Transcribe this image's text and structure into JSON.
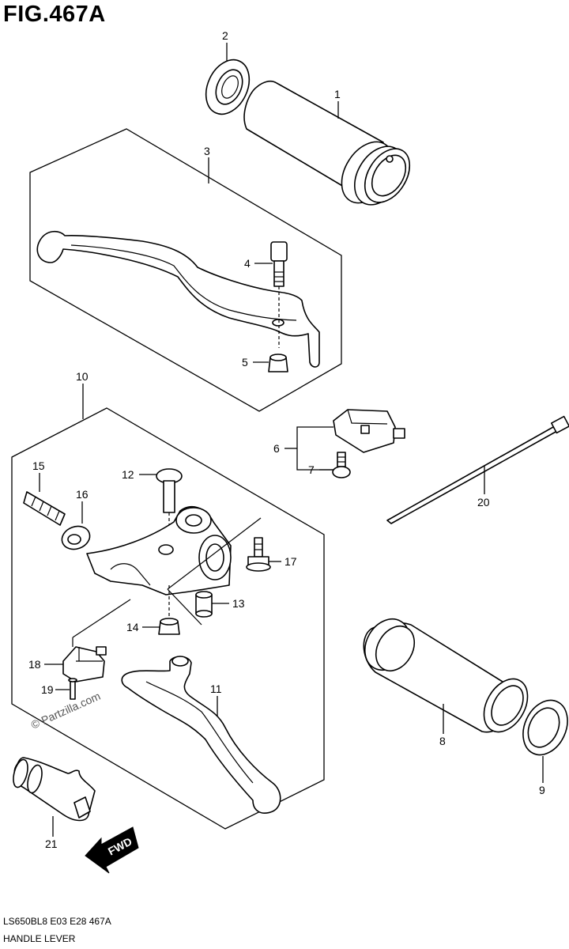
{
  "figure": {
    "title": "FIG.467A",
    "code": "LS650BL8  E03  E28  467A",
    "name": "HANDLE LEVER",
    "watermark": "© Partzilla.com",
    "fwd_label": "FWD"
  },
  "callouts": {
    "p1": "1",
    "p2": "2",
    "p3": "3",
    "p4": "4",
    "p5": "5",
    "p6": "6",
    "p7": "7",
    "p8": "8",
    "p9": "9",
    "p10": "10",
    "p11": "11",
    "p12": "12",
    "p13": "13",
    "p14": "14",
    "p15": "15",
    "p16": "16",
    "p17": "17",
    "p18": "18",
    "p19": "19",
    "p20": "20",
    "p21": "21"
  }
}
